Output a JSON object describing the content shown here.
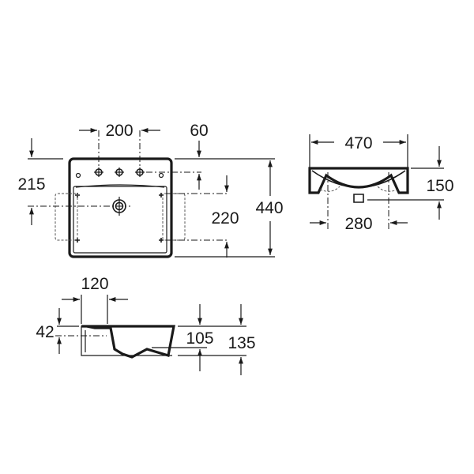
{
  "drawing": {
    "title": "Washbasin technical drawing",
    "units": "mm",
    "colors": {
      "line": "#1a1a1a",
      "background": "#ffffff",
      "hidden": "#555555"
    }
  },
  "top_view": {
    "dimensions": {
      "tap_hole_spacing": "200",
      "tap_hole_offset_top": "60",
      "drain_offset_top": "215",
      "bracket_spacing": "220",
      "overall_depth": "440"
    }
  },
  "front_view": {
    "dimensions": {
      "overall_width": "470",
      "overall_height": "150",
      "bracket_spacing": "280"
    }
  },
  "side_view": {
    "dimensions": {
      "back_to_bowl": "120",
      "overflow_height": "42",
      "bowl_depth": "105",
      "overall_height": "135"
    }
  }
}
